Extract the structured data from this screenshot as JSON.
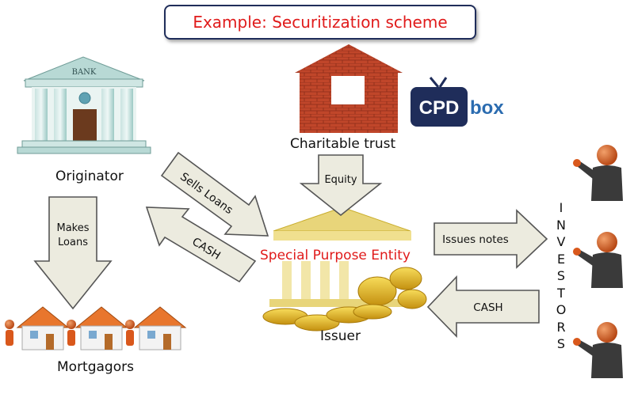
{
  "title": "Example: Securitization scheme",
  "logo": {
    "left": "CPD",
    "right": "box"
  },
  "nodes": {
    "bank_sign": "BANK",
    "originator": "Originator",
    "charitable_trust": "Charitable trust",
    "spe": "Special Purpose Entity",
    "issuer": "Issuer",
    "mortgagors": "Mortgagors",
    "investors": [
      "I",
      "N",
      "V",
      "E",
      "S",
      "T",
      "O",
      "R",
      "S"
    ]
  },
  "arrows": {
    "sells_loans": "Sells Loans",
    "cash_to_originator": "CASH",
    "makes_loans_1": "Makes",
    "makes_loans_2": "Loans",
    "equity": "Equity",
    "issues_notes": "Issues notes",
    "cash_from_investors": "CASH"
  },
  "colors": {
    "title_text": "#e01b1b",
    "title_border": "#1f2d5a",
    "arrow_fill": "#ecebdf",
    "brick": "#c0462a",
    "bank": "#8ec8c8",
    "logo_dark": "#1f2d5a",
    "logo_blue": "#2b6cb0",
    "person": "#d9581c",
    "suit": "#3a3a3a",
    "coin": "#e0b21a",
    "house_roof": "#e8762d"
  }
}
